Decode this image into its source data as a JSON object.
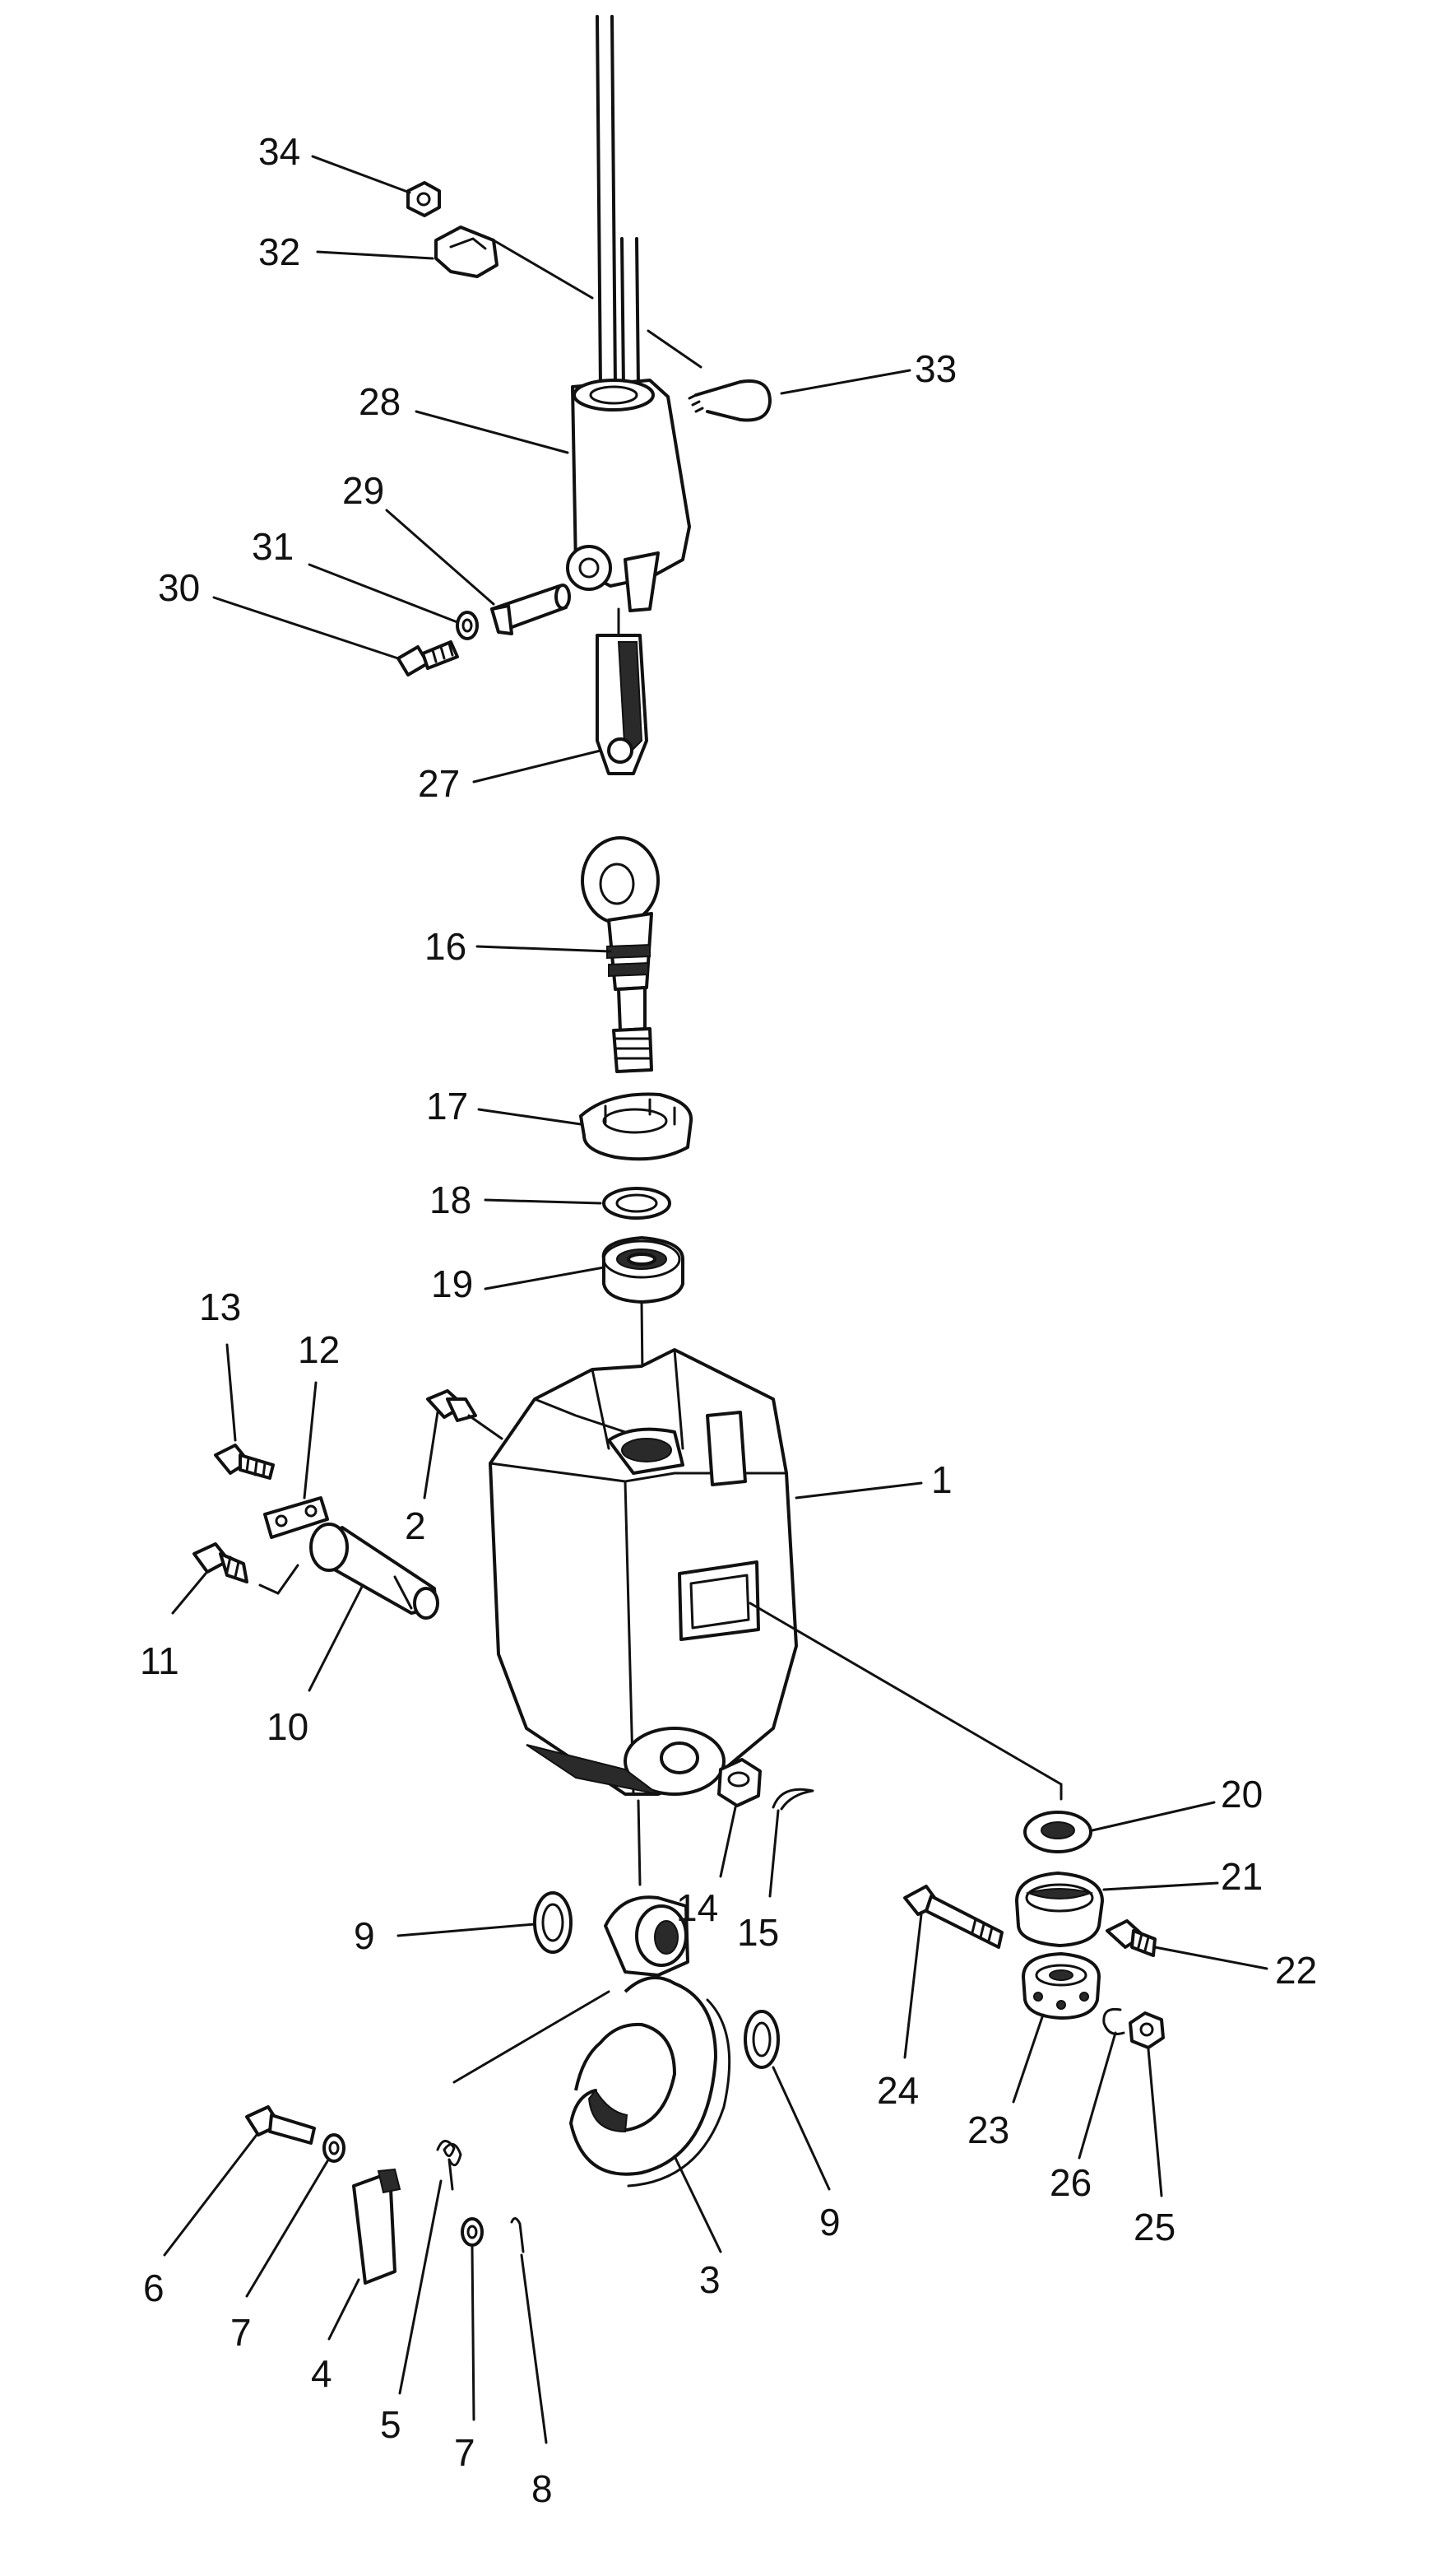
{
  "diagram": {
    "type": "exploded-parts-diagram",
    "line_color": "#111111",
    "background": "#ffffff",
    "part_labels": [
      "34",
      "32",
      "33",
      "28",
      "29",
      "31",
      "30",
      "27",
      "16",
      "17",
      "18",
      "19",
      "13",
      "12",
      "2",
      "1",
      "11",
      "10",
      "20",
      "9",
      "14",
      "15",
      "21",
      "22",
      "24",
      "23",
      "26",
      "25",
      "6",
      "7",
      "4",
      "5",
      "3",
      "9",
      "7",
      "8"
    ]
  }
}
